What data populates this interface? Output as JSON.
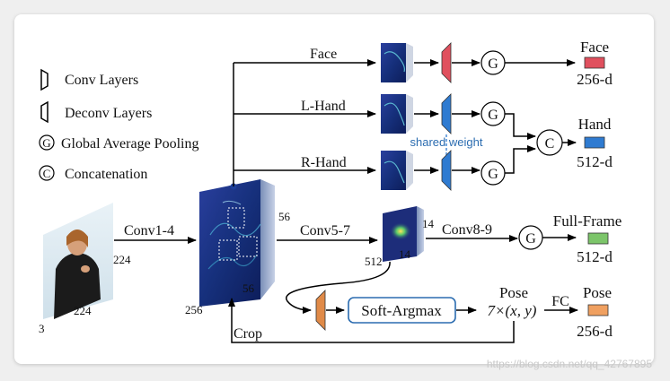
{
  "legend": {
    "conv": "Conv Layers",
    "deconv": "Deconv Layers",
    "gap_symbol": "G",
    "gap": "Global Average Pooling",
    "concat_symbol": "C",
    "concat": "Concatenation"
  },
  "input": {
    "dim_w": "224",
    "dim_h": "224",
    "channels": "3"
  },
  "stages": {
    "conv14": "Conv1-4",
    "conv57": "Conv5-7",
    "conv89": "Conv8-9",
    "fm1_a": "56",
    "fm1_b": "56",
    "fm1_c": "256",
    "fm2_a": "14",
    "fm2_b": "14",
    "fm2_c": "512"
  },
  "branches": {
    "face": "Face",
    "lhand": "L-Hand",
    "rhand": "R-Hand",
    "shared_weight": "shared weight",
    "g": "G",
    "c": "C"
  },
  "outputs": {
    "face_title": "Face",
    "face_dim": "256-d",
    "hand_title": "Hand",
    "hand_dim": "512-d",
    "full_title": "Full-Frame",
    "full_dim": "512-d",
    "pose_title": "Pose",
    "pose_dim": "256-d"
  },
  "pose": {
    "soft_argmax": "Soft-Argmax",
    "pose_label": "Pose",
    "pose_expr": "7×(x, y)",
    "fc": "FC",
    "crop": "Crop"
  },
  "colors": {
    "face_out": "#e0505e",
    "hand_out": "#2f7bd1",
    "full_out": "#7cc56a",
    "pose_out": "#f0a060",
    "deconv_face": "#e0505e",
    "deconv_hand": "#2f7bd1",
    "deconv_pose": "#e08a48",
    "fm_dark": "#1d2d7a"
  },
  "watermark": "https://blog.csdn.net/qq_42767895"
}
